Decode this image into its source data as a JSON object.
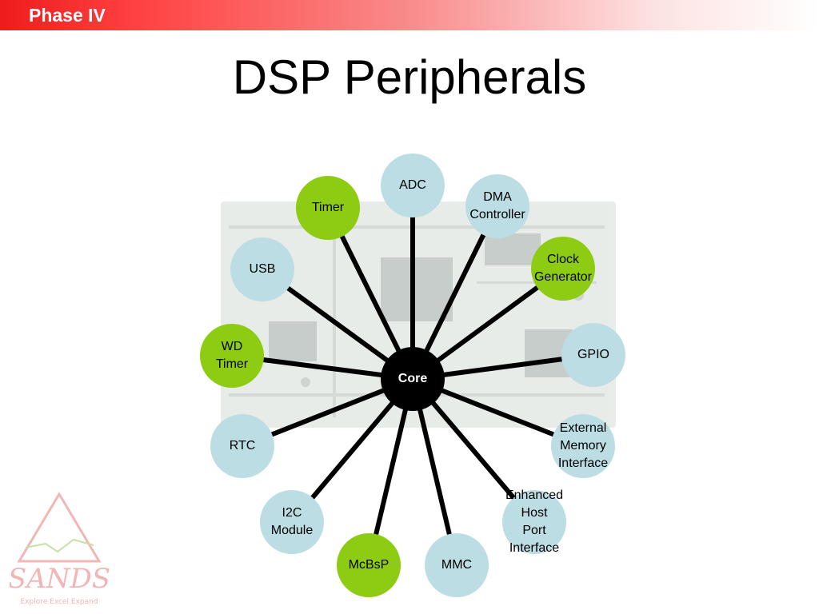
{
  "header": {
    "phase": "Phase IV"
  },
  "title": "DSP Peripherals",
  "diagram": {
    "center": "Core",
    "nodes": [
      {
        "id": "adc",
        "label": "ADC",
        "color": "blue"
      },
      {
        "id": "dma",
        "label": "DMA\nController",
        "color": "blue"
      },
      {
        "id": "clock",
        "label": "Clock\nGenerator",
        "color": "green"
      },
      {
        "id": "gpio",
        "label": "GPIO",
        "color": "blue"
      },
      {
        "id": "emif",
        "label": "External\nMemory\nInterface",
        "color": "blue"
      },
      {
        "id": "ehpi",
        "label": "Enhanced Host\nPort Interface",
        "color": "blue"
      },
      {
        "id": "mmc",
        "label": "MMC",
        "color": "blue"
      },
      {
        "id": "mcbsp",
        "label": "McBsP",
        "color": "green"
      },
      {
        "id": "i2c",
        "label": "I2C Module",
        "color": "blue"
      },
      {
        "id": "rtc",
        "label": "RTC",
        "color": "blue"
      },
      {
        "id": "wdtimer",
        "label": "WD\nTimer",
        "color": "green"
      },
      {
        "id": "usb",
        "label": "USB",
        "color": "blue"
      },
      {
        "id": "timer",
        "label": "Timer",
        "color": "green"
      }
    ],
    "colors": {
      "blue": "#bcdde3",
      "green": "#8ecb13",
      "core": "#000000",
      "line": "#000000"
    }
  },
  "logo": {
    "text": "SANDS",
    "tagline": "Explore Excel Expand"
  }
}
